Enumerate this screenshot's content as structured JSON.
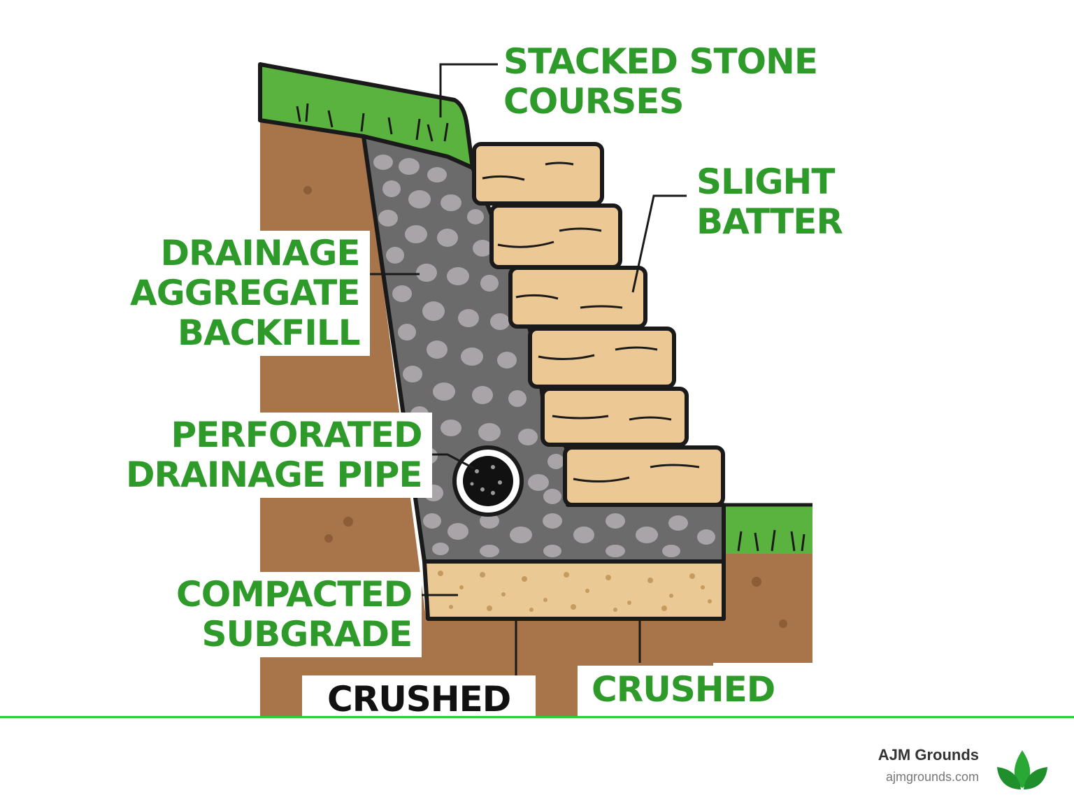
{
  "labels": {
    "stacked_stone": [
      "STACKED STONE",
      "COURSES"
    ],
    "slight_batter": [
      "SLIGHT",
      "BATTER"
    ],
    "drainage_aggregate": [
      "DRAINAGE",
      "AGGREGATE",
      "BACKFILL"
    ],
    "perforated_pipe": [
      "PERFORATED",
      "DRAINAGE PIPE"
    ],
    "compacted_subgrade": [
      "COMPACTED",
      "SUBGRADE"
    ],
    "crushed_left": "CRUSHED",
    "crushed_right": "CRUSHED"
  },
  "footer": {
    "brand_name": "AJM Grounds",
    "brand_url": "ajmgrounds.com"
  },
  "icons": {
    "logo": "leaf-icon"
  },
  "colors": {
    "label_green": "#2e9a2a",
    "grass": "#5ab33e",
    "soil": "#a8744a",
    "stone": "#ecc894",
    "aggregate": "#6b6b6b",
    "sand": "#ebc994",
    "accent_line": "#2ecc40"
  }
}
